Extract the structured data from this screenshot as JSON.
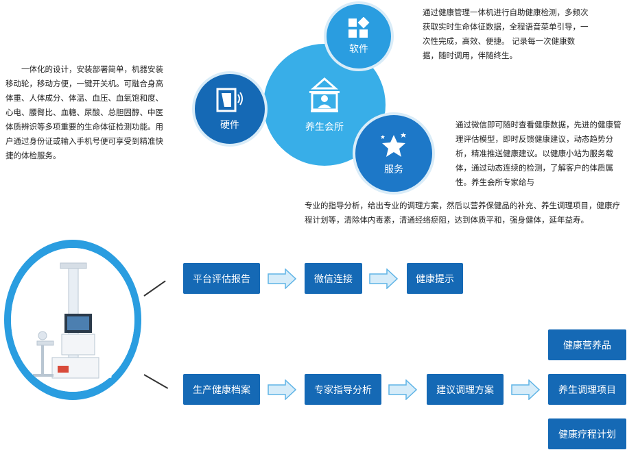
{
  "texts": {
    "left": "一体化的设计，安装部署简单，机器安装移动轮，移动方便，一键开关机。可融合身高体重、人体成分、体温、血压、血氧饱和度、心电、腰臀比、血糖、尿酸、总胆固醇、中医体质辨识等多项重要的生命体征检测功能。用户通过身份证或输入手机号便可享受到精准快捷的体检服务。",
    "right_top": "通过健康管理一体机进行自助健康检测，多频次获取实时生命体征数据，全程语音菜单引导，一次性完成，高效、便捷。 记录每一次健康数据，随时调用，伴随终生。",
    "right_mid": "通过微信即可随时查看健康数据，先进的健康管理评估模型，即时反馈健康建议，动态趋势分析，精准推送健康建议。以健康小站为服务载体，通过动态连续的检测，了解客户的体质属性。养生会所专家给与",
    "bottom": "专业的指导分析，给出专业的调理方案，然后以营养保健品的补充、养生调理项目，健康疗程计划等，清除体内毒素，清通经络瘀阻，达到体质平和，强身健体，延年益寿。"
  },
  "circles": {
    "hardware": "硬件",
    "software": "软件",
    "center": "养生会所",
    "service": "服务"
  },
  "member": {
    "title": "会员健康检测"
  },
  "flow": {
    "row1": [
      "平台评估报告",
      "微信连接",
      "健康提示"
    ],
    "row2": [
      "生产健康档案",
      "专家指导分析",
      "建议调理方案"
    ],
    "outcomes": [
      "健康营养品",
      "养生调理项目",
      "健康疗程计划"
    ]
  },
  "colors": {
    "dark_blue": "#1569b5",
    "light_blue": "#38aee8",
    "arrow_fill": "#d6ecf9",
    "arrow_stroke": "#5fb4e6"
  }
}
